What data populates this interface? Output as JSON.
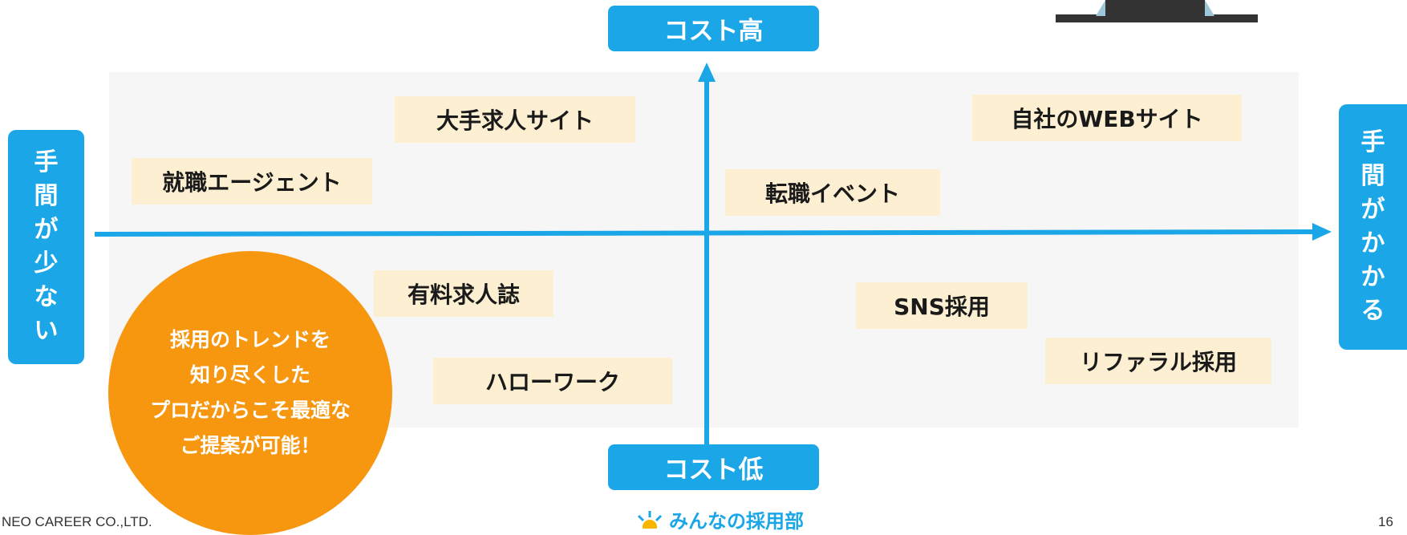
{
  "axes": {
    "top": "コスト高",
    "bottom": "コスト低",
    "left": [
      "手",
      "間",
      "が",
      "少",
      "な",
      "い"
    ],
    "right": [
      "手",
      "間",
      "が",
      "か",
      "か",
      "る"
    ]
  },
  "items": [
    {
      "id": "oote",
      "label": "大手求人サイト"
    },
    {
      "id": "jisha",
      "label": "自社のWEBサイト"
    },
    {
      "id": "shushoku",
      "label": "就職エージェント"
    },
    {
      "id": "tenshoku",
      "label": "転職イベント"
    },
    {
      "id": "yuryo",
      "label": "有料求人誌"
    },
    {
      "id": "sns",
      "label": "SNS採用"
    },
    {
      "id": "referral",
      "label": "リファラル採用"
    },
    {
      "id": "hellowork",
      "label": "ハローワーク"
    }
  ],
  "callout": [
    "採用のトレンドを",
    "知り尽くした",
    "プロだからこそ最適な",
    "ご提案が可能！"
  ],
  "footer": {
    "company": "NEO CAREER CO.,LTD.",
    "brand": "みんなの採用部",
    "page": "16"
  },
  "colors": {
    "axis": "#1ba6e8",
    "label_bg": "#fdf0d2",
    "callout": "#f7960f",
    "plot_bg": "#f6f6f6"
  }
}
